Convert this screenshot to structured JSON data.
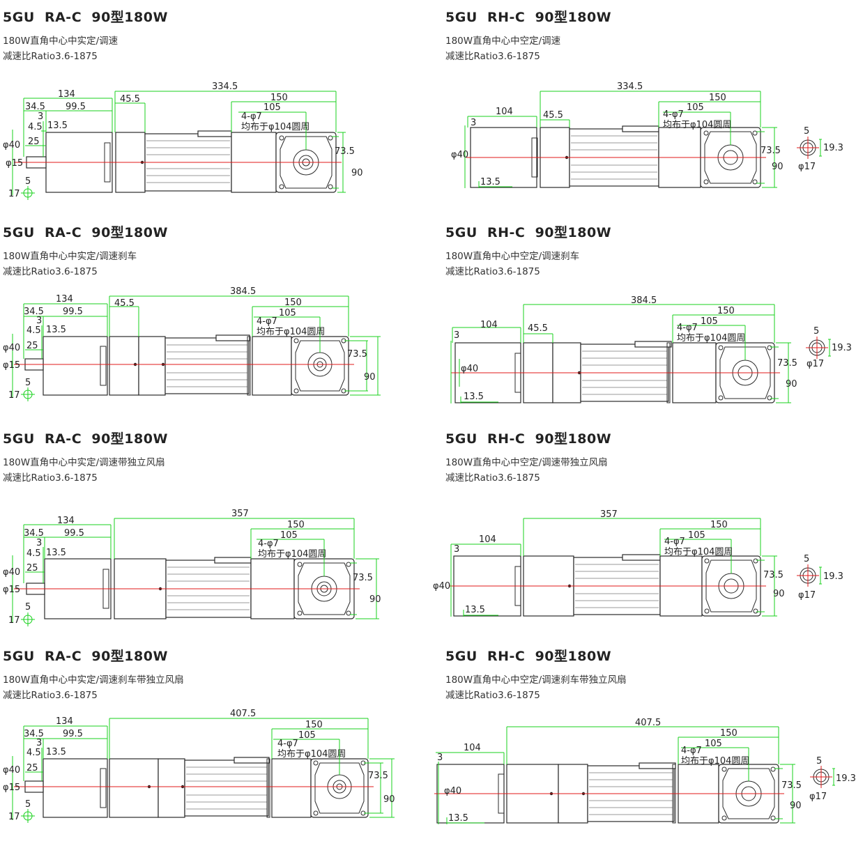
{
  "colors": {
    "dimension": "#18d21c",
    "centerline": "#e01818",
    "outline": "#2a2a2a"
  },
  "panels": [
    {
      "id": "ra-1",
      "side": "left",
      "title": "5GU  RA-C  90型180W",
      "subtitle": "180W直角中心中实定/调速",
      "ratio": "减速比Ratio3.6-1875",
      "dims": {
        "total": "334.5",
        "box": "150",
        "bolt_circle": "105",
        "gear_len": "134",
        "shaft_len": "99.5",
        "head": "34.5",
        "adapter": "45.5",
        "key": "3",
        "step": "4.5",
        "keyway": "13.5",
        "pilot": "25",
        "pilot_dia": "φ40",
        "shaft_dia": "φ15",
        "flange_h": "73.5",
        "flange_w": "90",
        "holes": "4-φ7",
        "holes_desc": "均布于φ104圆周",
        "key_w": "5",
        "key_h": "17"
      }
    },
    {
      "id": "rh-1",
      "side": "right",
      "title": "5GU  RH-C  90型180W",
      "subtitle": "180W直角中心中空定/调速",
      "ratio": "减速比Ratio3.6-1875",
      "dims": {
        "total": "334.5",
        "box": "150",
        "bolt_circle": "105",
        "gear_len": "104",
        "adapter": "45.5",
        "key": "3",
        "keyway": "13.5",
        "pilot_dia": "φ40",
        "flange_h": "73.5",
        "flange_w": "90",
        "holes": "4-φ7",
        "holes_desc": "均布于φ104圆周",
        "bore_w": "5",
        "bore_h": "19.3",
        "bore_dia": "φ17"
      }
    },
    {
      "id": "ra-2",
      "side": "left",
      "title": "5GU  RA-C  90型180W",
      "subtitle": "180W直角中心中实定/调速刹车",
      "ratio": "减速比Ratio3.6-1875",
      "dims": {
        "total": "384.5",
        "box": "150",
        "bolt_circle": "105",
        "gear_len": "134",
        "shaft_len": "99.5",
        "head": "34.5",
        "adapter": "45.5",
        "key": "3",
        "step": "4.5",
        "keyway": "13.5",
        "pilot": "25",
        "pilot_dia": "φ40",
        "shaft_dia": "φ15",
        "flange_h": "73.5",
        "flange_w": "90",
        "holes": "4-φ7",
        "holes_desc": "均布于φ104圆周",
        "key_w": "5",
        "key_h": "17"
      }
    },
    {
      "id": "rh-2",
      "side": "right",
      "title": "5GU  RH-C  90型180W",
      "subtitle": "180W直角中心中空定/调速刹车",
      "ratio": "减速比Ratio3.6-1875",
      "dims": {
        "total": "384.5",
        "box": "150",
        "bolt_circle": "105",
        "gear_len": "104",
        "adapter": "45.5",
        "key": "3",
        "keyway": "13.5",
        "pilot_dia": "φ40",
        "flange_h": "73.5",
        "flange_w": "90",
        "holes": "4-φ7",
        "holes_desc": "均布于φ104圆周",
        "bore_w": "5",
        "bore_h": "19.3",
        "bore_dia": "φ17"
      }
    },
    {
      "id": "ra-3",
      "side": "left",
      "title": "5GU  RA-C  90型180W",
      "subtitle": "180W直角中心中实定/调速带独立风扇",
      "ratio": "减速比Ratio3.6-1875",
      "dims": {
        "total": "357",
        "box": "150",
        "bolt_circle": "105",
        "gear_len": "134",
        "shaft_len": "99.5",
        "head": "34.5",
        "key": "3",
        "step": "4.5",
        "keyway": "13.5",
        "pilot": "25",
        "pilot_dia": "φ40",
        "shaft_dia": "φ15",
        "flange_h": "73.5",
        "flange_w": "90",
        "holes": "4-φ7",
        "holes_desc": "均布于φ104圆周",
        "key_w": "5",
        "key_h": "17"
      }
    },
    {
      "id": "rh-3",
      "side": "right",
      "title": "5GU  RH-C  90型180W",
      "subtitle": "180W直角中心中空定/调速带独立风扇",
      "ratio": "减速比Ratio3.6-1875",
      "dims": {
        "total": "357",
        "box": "150",
        "bolt_circle": "105",
        "gear_len": "104",
        "key": "3",
        "keyway": "13.5",
        "pilot_dia": "φ40",
        "flange_h": "73.5",
        "flange_w": "90",
        "holes": "4-φ7",
        "holes_desc": "均布于φ104圆周",
        "bore_w": "5",
        "bore_h": "19.3",
        "bore_dia": "φ17"
      }
    },
    {
      "id": "ra-4",
      "side": "left",
      "title": "5GU  RA-C  90型180W",
      "subtitle": "180W直角中心中实定/调速刹车带独立风扇",
      "ratio": "减速比Ratio3.6-1875",
      "dims": {
        "total": "407.5",
        "box": "150",
        "bolt_circle": "105",
        "gear_len": "134",
        "shaft_len": "99.5",
        "head": "34.5",
        "key": "3",
        "step": "4.5",
        "keyway": "13.5",
        "pilot": "25",
        "pilot_dia": "φ40",
        "shaft_dia": "φ15",
        "flange_h": "73.5",
        "flange_w": "90",
        "holes": "4-φ7",
        "holes_desc": "均布于φ104圆周",
        "key_w": "5",
        "key_h": "17"
      }
    },
    {
      "id": "rh-4",
      "side": "right",
      "title": "5GU  RH-C  90型180W",
      "subtitle": "180W直角中心中空定/调速刹车带独立风扇",
      "ratio": "减速比Ratio3.6-1875",
      "dims": {
        "total": "407.5",
        "box": "150",
        "bolt_circle": "105",
        "gear_len": "104",
        "key": "3",
        "keyway": "13.5",
        "pilot_dia": "φ40",
        "flange_h": "73.5",
        "flange_w": "90",
        "holes": "4-φ7",
        "holes_desc": "均布于φ104圆周",
        "bore_w": "5",
        "bore_h": "19.3",
        "bore_dia": "φ17"
      }
    }
  ]
}
